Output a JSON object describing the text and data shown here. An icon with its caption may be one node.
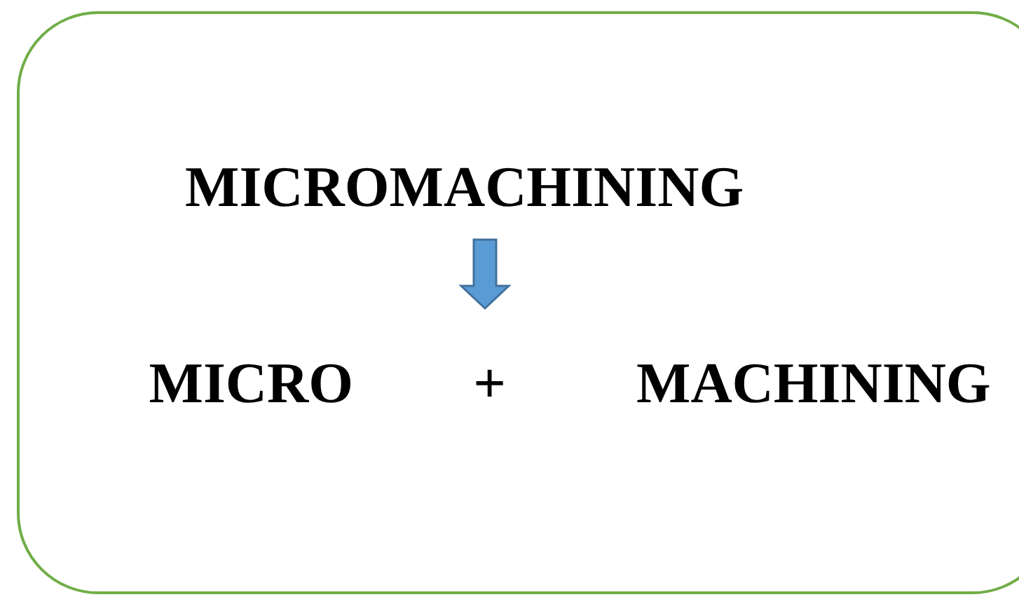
{
  "diagram": {
    "nodes": [
      {
        "text": [],
        "shape": "box"
      },
      {
        "text": [
          "MICROMACHINING"
        ],
        "in": 0
      },
      {
        "text": [
          "MICRO",
          "+",
          "MACHINING"
        ],
        "in": 0
      }
    ],
    "edges": [
      {
        "from": 1,
        "to": 2,
        "arrow": "to"
      }
    ]
  }
}
